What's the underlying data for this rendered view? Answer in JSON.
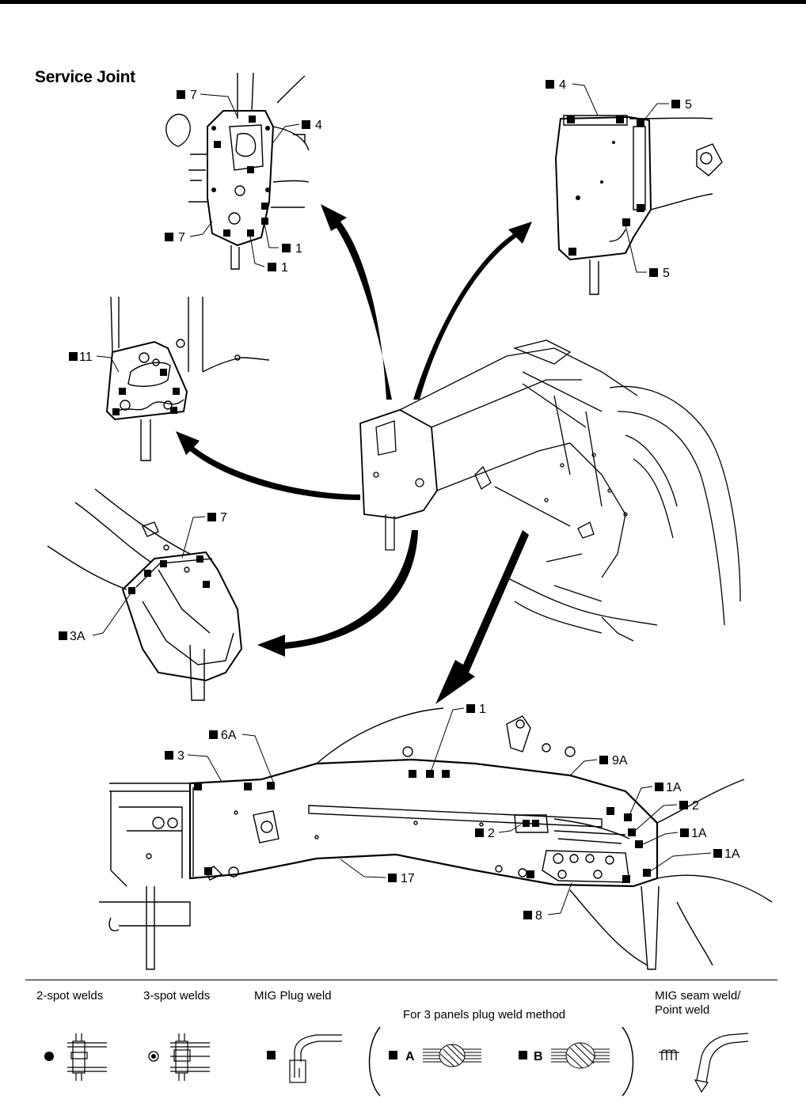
{
  "title": "Service Joint",
  "labels": {
    "top_left_7a": "7",
    "top_left_4": "4",
    "top_left_7b": "7",
    "top_left_1a": "1",
    "top_left_1b": "1",
    "top_right_4": "4",
    "top_right_5a": "5",
    "top_right_5b": "5",
    "mid_left_11": "11",
    "mid_7": "7",
    "mid_3a": "3A",
    "bottom_1": "1",
    "bottom_6a": "6A",
    "bottom_3": "3",
    "bottom_9a": "9A",
    "bottom_1a_1": "1A",
    "bottom_2_right": "2",
    "bottom_1a_2": "1A",
    "bottom_1a_3": "1A",
    "bottom_2_mid": "2",
    "bottom_17": "17",
    "bottom_8": "8"
  },
  "legend": {
    "two_spot": "2-spot welds",
    "three_spot": "3-spot welds",
    "mig_plug": "MIG Plug weld",
    "three_panels": "For 3 panels plug weld method",
    "method_a": "A",
    "method_b": "B",
    "mig_seam_1": "MIG seam weld/",
    "mig_seam_2": "Point weld"
  }
}
